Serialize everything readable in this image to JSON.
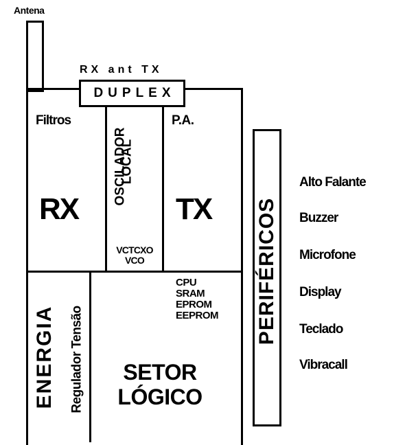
{
  "antenna": {
    "label": "Antena"
  },
  "duplex": {
    "top_label": "RX ant TX",
    "label": "DUPLEX"
  },
  "rx": {
    "filters": "Filtros",
    "title": "RX"
  },
  "oscillator": {
    "title_line1": "OSCILADOR",
    "title_line2": "LOCAL",
    "vctcxo": "VCTCXO",
    "vco": "VCO"
  },
  "tx": {
    "pa": "P.A.",
    "title": "TX"
  },
  "energy": {
    "title": "ENERGIA",
    "regulator": "Regulador Tensão"
  },
  "logic": {
    "components": [
      "CPU",
      "SRAM",
      "EPROM",
      "EEPROM"
    ],
    "title_line1": "SETOR",
    "title_line2": "LÓGICO"
  },
  "peripherals": {
    "title": "PERIFÉRICOS",
    "items": [
      "Alto Falante",
      "Buzzer",
      "Microfone",
      "Display",
      "Teclado",
      "Vibracall"
    ]
  }
}
